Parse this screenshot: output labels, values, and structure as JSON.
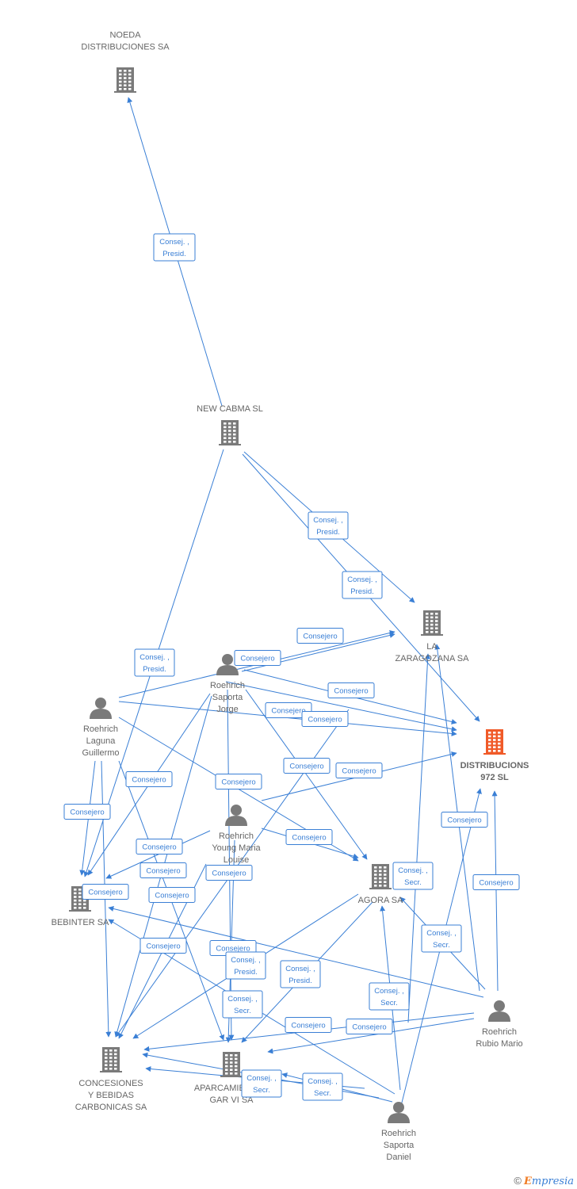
{
  "colors": {
    "company": "#7a7a7a",
    "focus_company": "#f05a28",
    "person": "#7a7a7a",
    "edge": "#3a7fd5"
  },
  "nodes": [
    {
      "id": "noeda",
      "type": "company",
      "lines": [
        "NOEDA",
        "DISTRIBUCIONES SA"
      ],
      "icon": "building-icon"
    },
    {
      "id": "newcabma",
      "type": "company",
      "lines": [
        "NEW CABMA SL"
      ],
      "icon": "building-icon"
    },
    {
      "id": "zaragozana",
      "type": "company",
      "lines": [
        "LA",
        "ZARAGOZANA SA"
      ],
      "icon": "building-icon"
    },
    {
      "id": "dist972",
      "type": "focus",
      "lines": [
        "DISTRIBUCIONS",
        "972  SL"
      ],
      "icon": "building-icon"
    },
    {
      "id": "jorge",
      "type": "person",
      "lines": [
        "Roehrich",
        "Saporta",
        "Jorge"
      ],
      "icon": "person-icon"
    },
    {
      "id": "guillermo",
      "type": "person",
      "lines": [
        "Roehrich",
        "Laguna",
        "Guillermo"
      ],
      "icon": "person-icon"
    },
    {
      "id": "louise",
      "type": "person",
      "lines": [
        "Roehrich",
        "Young Maria",
        "Louise"
      ],
      "icon": "person-icon"
    },
    {
      "id": "agora",
      "type": "company",
      "lines": [
        "AGORA SA"
      ],
      "icon": "building-icon"
    },
    {
      "id": "bebinter",
      "type": "company",
      "lines": [
        "BEBINTER SA"
      ],
      "icon": "building-icon"
    },
    {
      "id": "mario",
      "type": "person",
      "lines": [
        "Roehrich",
        "Rubio Mario"
      ],
      "icon": "person-icon"
    },
    {
      "id": "concesiones",
      "type": "company",
      "lines": [
        "CONCESIONES",
        "Y BEBIDAS",
        "CARBONICAS SA"
      ],
      "icon": "building-icon"
    },
    {
      "id": "aparcamientos",
      "type": "company",
      "lines": [
        "APARCAMIENTOS",
        "GAR VI SA"
      ],
      "icon": "building-icon"
    },
    {
      "id": "daniel",
      "type": "person",
      "lines": [
        "Roehrich",
        "Saporta",
        "Daniel"
      ],
      "icon": "person-icon"
    }
  ],
  "edge_labels": [
    {
      "lines": [
        "Consej. ,",
        "Presid."
      ]
    },
    {
      "lines": [
        "Consej. ,",
        "Presid."
      ]
    },
    {
      "lines": [
        "Consej. ,",
        "Presid."
      ]
    },
    {
      "lines": [
        "Consej. ,",
        "Presid."
      ]
    },
    {
      "lines": [
        "Consejero"
      ]
    },
    {
      "lines": [
        "Consejero"
      ]
    },
    {
      "lines": [
        "Consejero"
      ]
    },
    {
      "lines": [
        "Consejero"
      ]
    },
    {
      "lines": [
        "Consejero"
      ]
    },
    {
      "lines": [
        "Consejero"
      ]
    },
    {
      "lines": [
        "Consejero"
      ]
    },
    {
      "lines": [
        "Consejero"
      ]
    },
    {
      "lines": [
        "Consejero"
      ]
    },
    {
      "lines": [
        "Consejero"
      ]
    },
    {
      "lines": [
        "Consejero"
      ]
    },
    {
      "lines": [
        "Consejero"
      ]
    },
    {
      "lines": [
        "Consejero"
      ]
    },
    {
      "lines": [
        "Consejero"
      ]
    },
    {
      "lines": [
        "Consejero"
      ]
    },
    {
      "lines": [
        "Consejero"
      ]
    },
    {
      "lines": [
        "Consejero"
      ]
    },
    {
      "lines": [
        "Consejero"
      ]
    },
    {
      "lines": [
        "Consejero"
      ]
    },
    {
      "lines": [
        "Consejero"
      ]
    },
    {
      "lines": [
        "Consej. ,",
        "Secr."
      ]
    },
    {
      "lines": [
        "Consej. ,",
        "Secr."
      ]
    },
    {
      "lines": [
        "Consej. ,",
        "Presid."
      ]
    },
    {
      "lines": [
        "Consej. ,",
        "Presid."
      ]
    },
    {
      "lines": [
        "Consej. ,",
        "Secr."
      ]
    },
    {
      "lines": [
        "Consej. ,",
        "Secr."
      ]
    },
    {
      "lines": [
        "Consejero"
      ]
    },
    {
      "lines": [
        "Consejero"
      ]
    },
    {
      "lines": [
        "Consej. ,",
        "Secr."
      ]
    },
    {
      "lines": [
        "Consej. ,",
        "Secr."
      ]
    }
  ],
  "footer": {
    "copyright": "©",
    "brand_first": "E",
    "brand_rest": "mpresia"
  }
}
